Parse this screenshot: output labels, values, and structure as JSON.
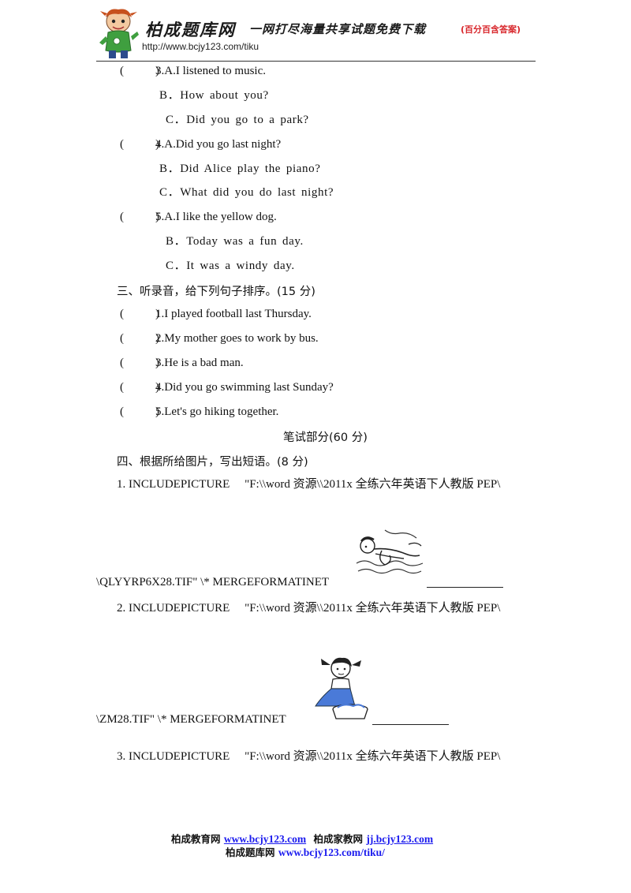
{
  "header": {
    "site_title": "柏成题库网",
    "slogan": "一网打尽海量共享试题免费下载",
    "badge": "(百分百含答案)",
    "url": "http://www.bcjy123.com/tiku"
  },
  "paren": {
    "open": "(",
    "close": ")"
  },
  "q3": {
    "a": "3.A.I listened to music.",
    "b": "B．How about you?",
    "c": "C．Did you go to a park?"
  },
  "q4": {
    "a": "4.A.Did you go last night?",
    "b": "B．Did Alice play the piano?",
    "c": "C．What did you do last night?"
  },
  "q5": {
    "a": "5.A.I like the yellow dog.",
    "b": "B．Today was a fun day.",
    "c": "C．It was a windy day."
  },
  "section3": {
    "title": "三、听录音，给下列句子排序。(15 分)",
    "items": [
      "1.I played football last Thursday.",
      "2.My mother goes to work by bus.",
      "3.He is a bad man.",
      "4.Did you go swimming last Sunday?",
      "5.Let's go hiking together."
    ]
  },
  "written_title": "笔试部分(60 分)",
  "section4": {
    "title": "四、根据所给图片，写出短语。(8 分)",
    "items": [
      {
        "line1": "1. INCLUDEPICTURE　 \"F:\\\\word 资源\\\\2011x 全练六年英语下人教版 PEP\\",
        "line2": "\\QLYYRP6X28.TIF\"  \\*  MERGEFORMATINET"
      },
      {
        "line1": "2. INCLUDEPICTURE　 \"F:\\\\word 资源\\\\2011x 全练六年英语下人教版 PEP\\",
        "line2": "\\ZM28.TIF\"  \\*  MERGEFORMATINET"
      },
      {
        "line1": "3. INCLUDEPICTURE　 \"F:\\\\word 资源\\\\2011x 全练六年英语下人教版 PEP\\"
      }
    ]
  },
  "footer": {
    "label1": "柏成教育网",
    "link1": "www.bcjy123.com",
    "label2": "柏成家教网",
    "link2": "jj.bcjy123.com",
    "label3": "柏成题库网",
    "link3": "www.bcjy123.com/tiku/"
  }
}
